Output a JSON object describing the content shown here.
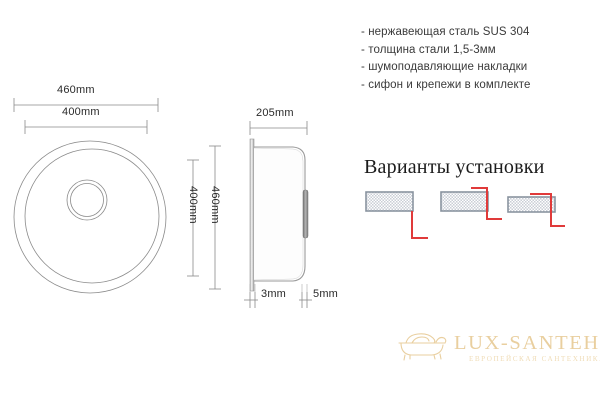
{
  "specs": {
    "items": [
      "- нержавеющая сталь SUS 304",
      "- толщина стали 1,5-3мм",
      "- шумоподавляющие накладки",
      "- сифон и крепежи в комплекте"
    ]
  },
  "variants": {
    "title": "Варианты установки",
    "count": 3
  },
  "drawings": {
    "top_view": {
      "dim_outer": "460mm",
      "dim_inner": "400mm",
      "dim_height_outer": "460mm",
      "dim_height_inner": "400mm"
    },
    "side_view": {
      "dim_depth": "205mm",
      "dim_rim": "3mm",
      "dim_edge": "5mm"
    }
  },
  "logo": {
    "name": "LUX-SANTEH",
    "tagline": "ЕВРОПЕЙСКАЯ САНТЕХНИКА",
    "mark": "bathtub-icon",
    "color": "#e9cf9f"
  },
  "colors": {
    "line": "#8a8a8a",
    "text": "#2a2a2a",
    "accent_red": "#e03a3a",
    "hatch_border": "#8a94a0",
    "logo": "#e9cf9f"
  }
}
